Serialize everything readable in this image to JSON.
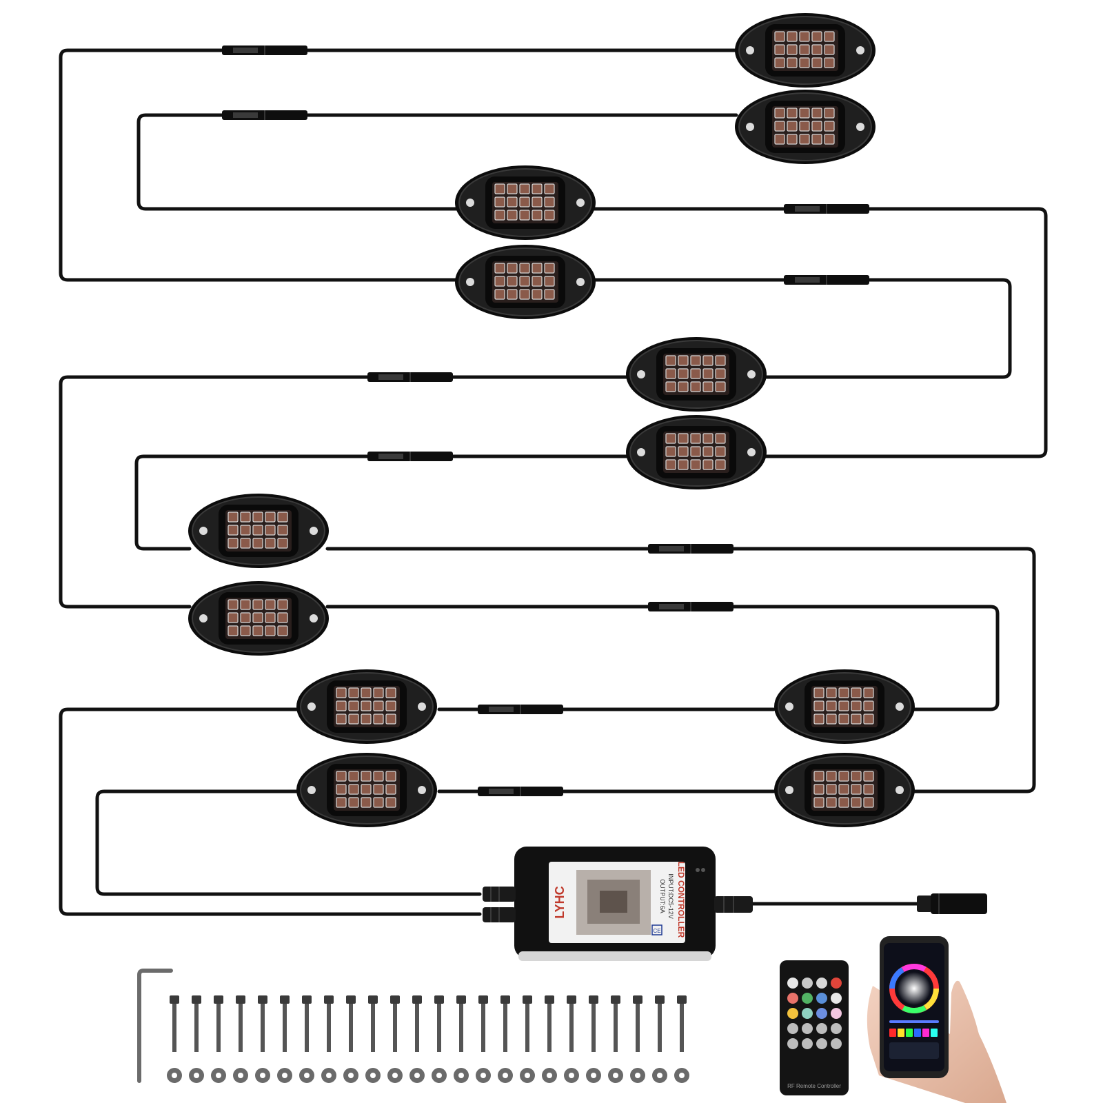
{
  "product": {
    "type": "rock light kit",
    "pod_count": 12,
    "led_grid": {
      "rows": 3,
      "cols": 5
    },
    "led_color": "#8a5a4a",
    "cable_color": "#111111",
    "pod_shell_color": "#1a1a1a"
  },
  "controller": {
    "brand": "LYHC",
    "label": "LED CONTROLLER",
    "spec_output": "OUTPUT:6A",
    "spec_input": "INPUT:DC5-12V",
    "mark": "CE"
  },
  "remote": {
    "caption": "RF Remote Controller",
    "button_colors": [
      "#e8e8e8",
      "#c9c9c9",
      "#d8d8d8",
      "#e0453a",
      "#e8736a",
      "#52b364",
      "#5a8fd9",
      "#e8e8e8",
      "#f3c23d",
      "#8fd1c1",
      "#6c8ee0",
      "#f2c6e0",
      "#bdbdbd",
      "#bdbdbd",
      "#bdbdbd",
      "#bdbdbd",
      "#bdbdbd",
      "#bdbdbd",
      "#bdbdbd",
      "#bdbdbd"
    ]
  },
  "hardware": {
    "bolt_count": 24,
    "washer_count": 24,
    "hex_key": true
  },
  "phone": {
    "swatches": [
      "#ff2a2a",
      "#ffe02a",
      "#2aff4a",
      "#2a6bff",
      "#ff2ad2",
      "#2afff0"
    ]
  }
}
